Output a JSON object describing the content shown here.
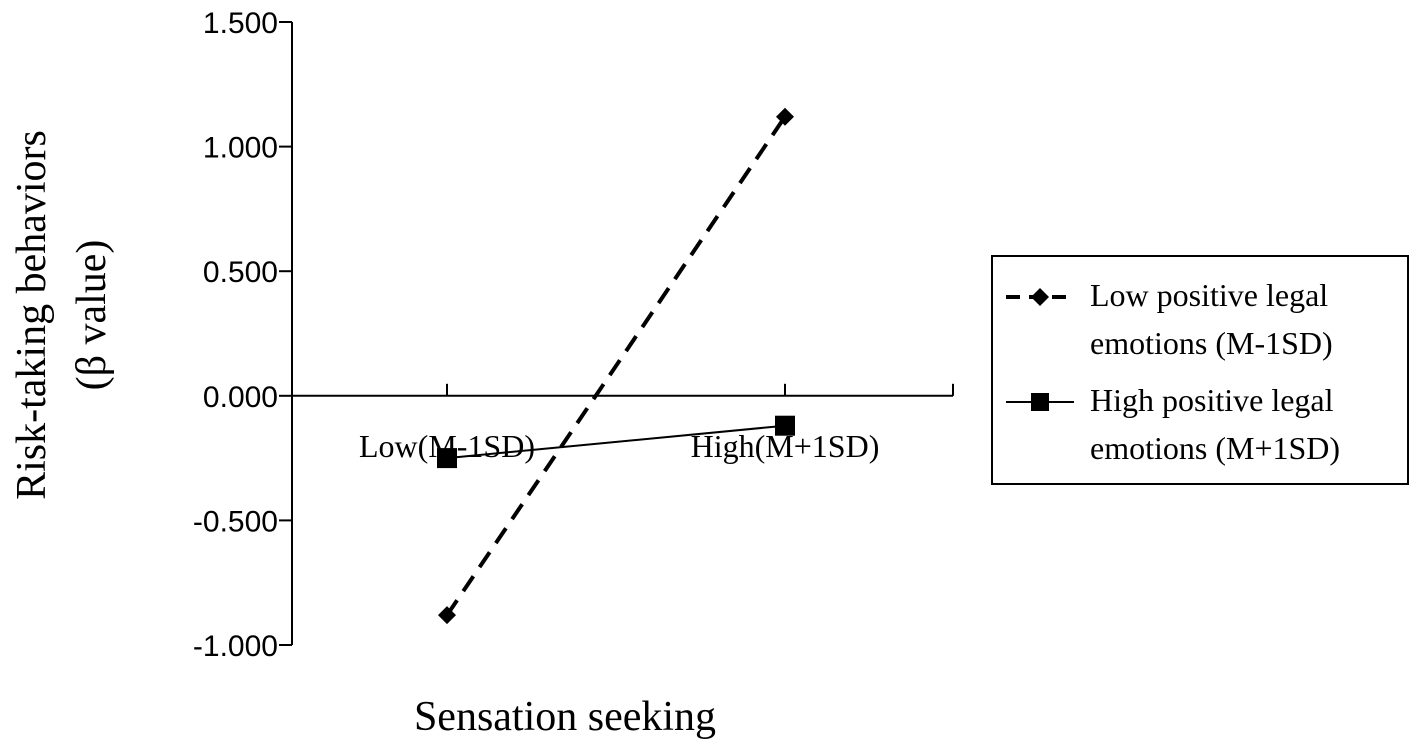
{
  "chart_data": {
    "type": "line",
    "categories": [
      "Low(M-1SD)",
      "High(M+1SD)"
    ],
    "xlabel": "Sensation seeking",
    "ylabel": [
      "Risk-taking behaviors",
      "(β value)"
    ],
    "ylim": [
      -1.0,
      1.5
    ],
    "yticks": [
      "1.500",
      "1.000",
      "0.500",
      "0.000",
      "-0.500",
      "-1.000"
    ],
    "yticks_values": [
      1.5,
      1.0,
      0.5,
      0.0,
      -0.5,
      -1.0
    ],
    "grid": false,
    "legend_position": "right",
    "series": [
      {
        "name": [
          "Low positive legal",
          "emotions (M-1SD)"
        ],
        "values": [
          -0.88,
          1.12
        ],
        "line_style": "dashed",
        "marker": "diamond",
        "color": "#000000"
      },
      {
        "name": [
          "High positive legal",
          "emotions (M+1SD)"
        ],
        "values": [
          -0.25,
          -0.12
        ],
        "line_style": "solid",
        "marker": "square",
        "color": "#000000"
      }
    ]
  }
}
